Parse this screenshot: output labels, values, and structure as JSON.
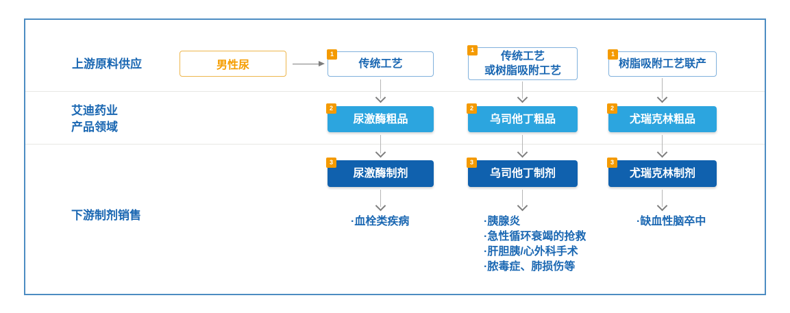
{
  "colors": {
    "frame_border": "#4C8CC2",
    "divider": "#E7E7E4",
    "label_blue": "#1A67B2",
    "process_border": "#7FB0DC",
    "crude_bg": "#2CA5DF",
    "formulation_bg": "#1061AE",
    "badge_bg": "#F49A00",
    "source_border": "#EDB54B",
    "source_text": "#F59D00",
    "arrow_line": "#B5B5B5",
    "arrow_head": "#7D7D7D"
  },
  "row_labels": {
    "row1": "上游原料供应",
    "row2_line1": "艾迪药业",
    "row2_line2": "产品领域",
    "row3": "下游制剂销售"
  },
  "source": {
    "label": "男性尿"
  },
  "columns": [
    {
      "process": {
        "badge": "1",
        "lines": [
          "传统工艺"
        ]
      },
      "crude": {
        "badge": "2",
        "label": "尿激酶粗品"
      },
      "formulation": {
        "badge": "3",
        "label": "尿激酶制剂"
      },
      "indications": [
        "·血栓类疾病"
      ]
    },
    {
      "process": {
        "badge": "1",
        "lines": [
          "传统工艺",
          "或树脂吸附工艺"
        ]
      },
      "crude": {
        "badge": "2",
        "label": "乌司他丁粗品"
      },
      "formulation": {
        "badge": "3",
        "label": "乌司他丁制剂"
      },
      "indications": [
        "·胰腺炎",
        "·急性循环衰竭的抢救",
        "·肝胆胰/心外科手术",
        "·脓毒症、肺损伤等"
      ]
    },
    {
      "process": {
        "badge": "1",
        "lines": [
          "树脂吸附工艺联产"
        ]
      },
      "crude": {
        "badge": "2",
        "label": "尤瑞克林粗品"
      },
      "formulation": {
        "badge": "3",
        "label": "尤瑞克林制剂"
      },
      "indications": [
        "·缺血性脑卒中"
      ]
    }
  ]
}
